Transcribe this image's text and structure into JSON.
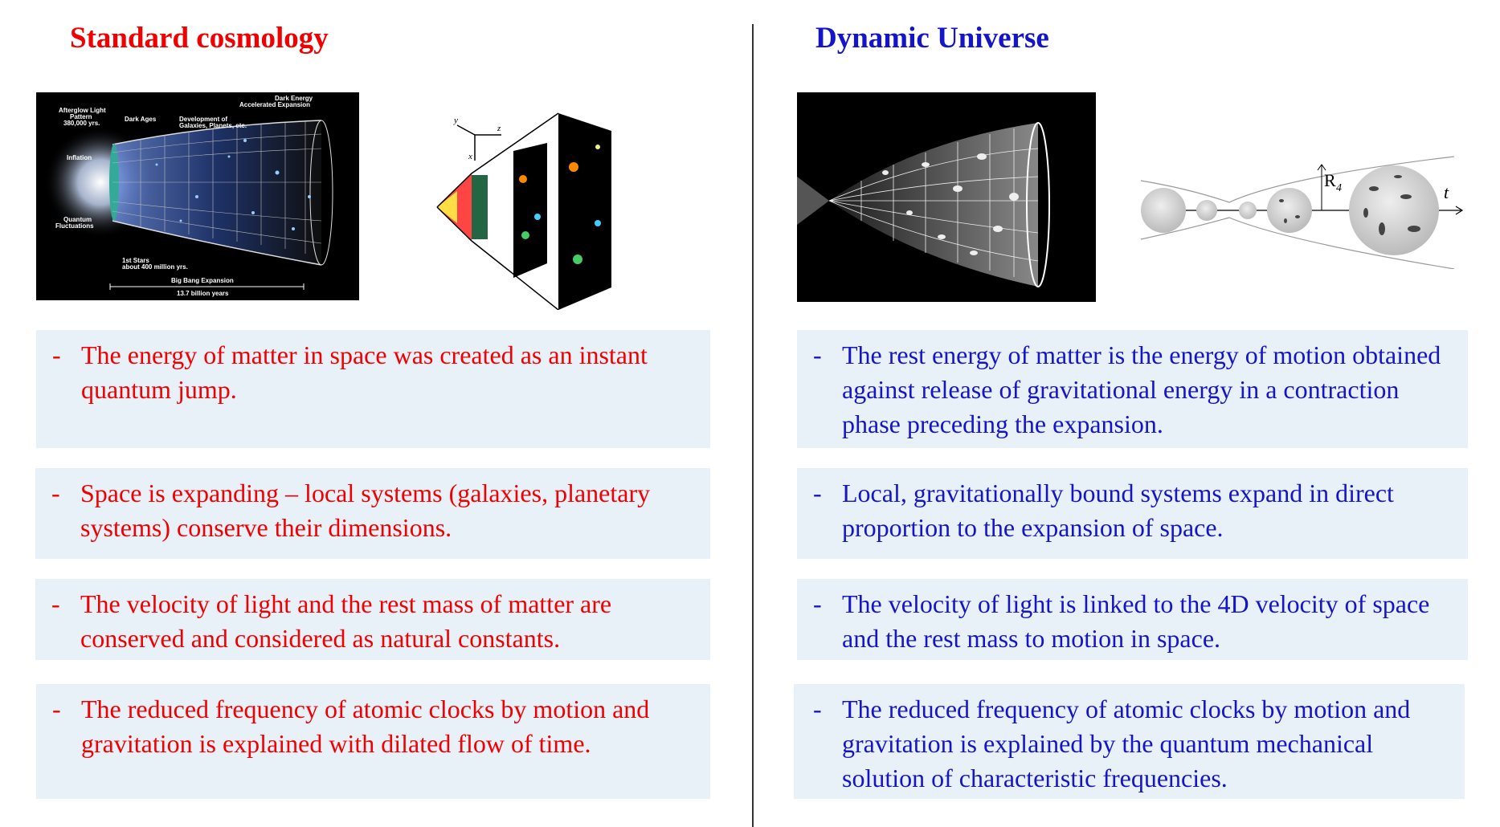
{
  "left": {
    "title": "Standard cosmology",
    "image_labels": {
      "afterglow": [
        "Afterglow Light",
        "Pattern",
        "380,000 yrs."
      ],
      "dark_ages": "Dark Ages",
      "development": [
        "Development of",
        "Galaxies, Planets, etc."
      ],
      "dark_energy": [
        "Dark Energy",
        "Accelerated Expansion"
      ],
      "inflation": "Inflation",
      "quantum": [
        "Quantum",
        "Fluctuations"
      ],
      "first_stars": [
        "1st Stars",
        "about 400 million yrs."
      ],
      "big_bang": "Big Bang Expansion",
      "years": "13.7 billion years"
    },
    "axis_labels": {
      "x": "x",
      "z": "z",
      "y": "y"
    },
    "points": [
      {
        "dash": "-",
        "text": "The energy of matter in space was created as an instant quantum jump."
      },
      {
        "dash": "-",
        "text": "Space is expanding – local systems (galaxies, planetary systems) conserve their dimensions."
      },
      {
        "dash": "-",
        "text": "The velocity of light and the rest mass of matter are conserved and considered as natural constants."
      },
      {
        "dash": "-",
        "text": "The reduced frequency of atomic clocks by motion and gravitation is explained with dilated flow of time."
      }
    ]
  },
  "right": {
    "title": "Dynamic Universe",
    "diagram_labels": {
      "radius": "R",
      "radius_sub": "4",
      "time": "t"
    },
    "points": [
      {
        "dash": "-",
        "text": "The rest energy of matter is the energy of motion obtained against release of gravitational energy in a contraction phase preceding the expansion."
      },
      {
        "dash": "-",
        "text": "Local, gravitationally bound systems expand in direct proportion to the expansion of space."
      },
      {
        "dash": "-",
        "text": "The velocity of light is linked to the 4D velocity of space and the rest mass to motion in space."
      },
      {
        "dash": "-",
        "text": "The reduced frequency of atomic clocks by motion and gravitation is explained by the quantum mechanical solution of characteristic frequencies."
      }
    ]
  },
  "colors": {
    "left_text": "#f00000",
    "right_text": "#1515c8",
    "box_bg": "#e8f0f8"
  }
}
